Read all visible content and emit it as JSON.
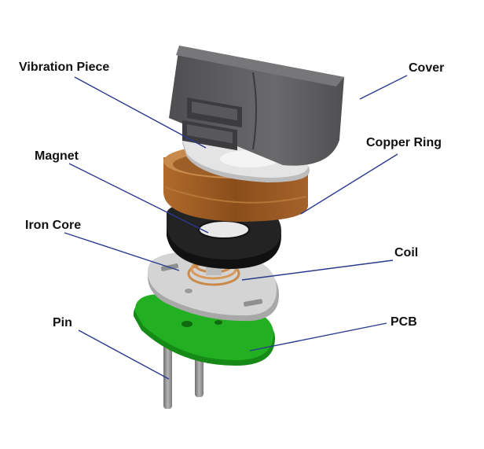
{
  "labels": {
    "vibration_piece": "Vibration Piece",
    "cover": "Cover",
    "copper_ring": "Copper Ring",
    "magnet": "Magnet",
    "iron_core": "Iron Core",
    "coil": "Coil",
    "pin": "Pin",
    "pcb": "PCB"
  },
  "colors": {
    "leader_line": "#2b3a8f",
    "cover": "#5a5a5c",
    "vibration_piece": "#d9d9d9",
    "copper_ring": "#9a5a22",
    "magnet": "#1a1a1a",
    "iron_core": "#c8c8c8",
    "coil": "#c98a4b",
    "pcb": "#1fa81f",
    "pin": "#8e8e8e"
  }
}
